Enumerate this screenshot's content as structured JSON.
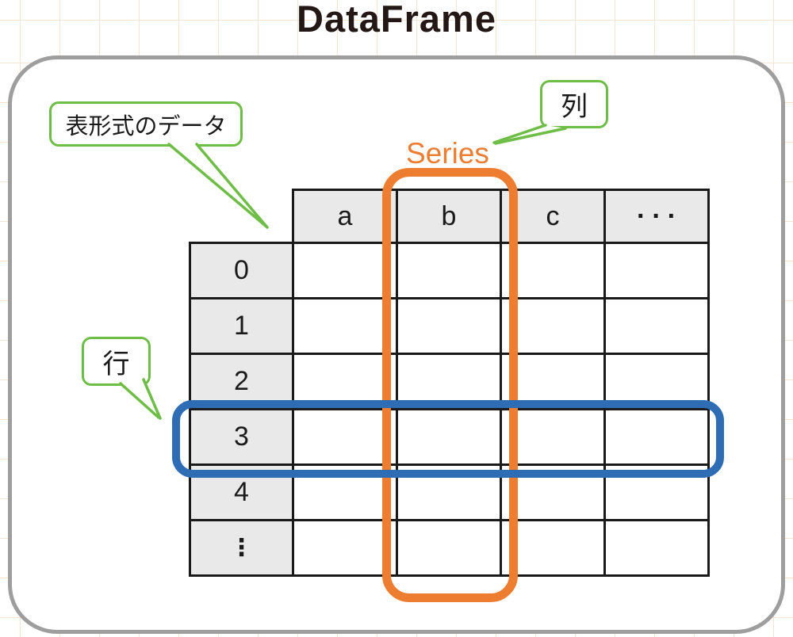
{
  "title": "DataFrame",
  "series_label": "Series",
  "callouts": {
    "tabular_data": "表形式のデータ",
    "column": "列",
    "row": "行"
  },
  "table": {
    "columns": [
      "a",
      "b",
      "c",
      "···"
    ],
    "index": [
      "0",
      "1",
      "2",
      "3",
      "4",
      "⋮"
    ]
  },
  "colors": {
    "callout_green": "#6ebd46",
    "series_orange": "#ed7d31",
    "row_highlight_blue": "#2e6cb4",
    "panel_border_gray": "#9e9e9e",
    "header_cell_gray": "#e9e9e9",
    "table_line_black": "#1a1a1a",
    "background_grid_peach": "#f8e4d3"
  }
}
